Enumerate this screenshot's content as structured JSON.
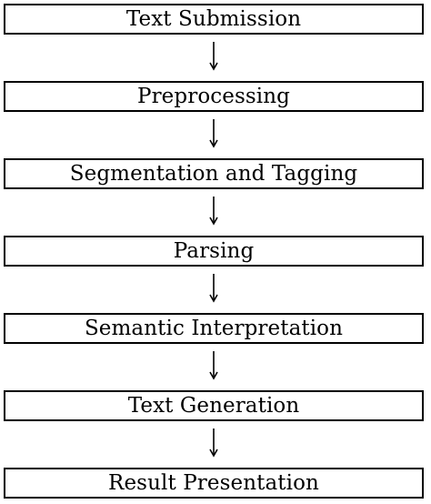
{
  "diagram": {
    "steps": [
      {
        "label": "Text Submission"
      },
      {
        "label": "Preprocessing"
      },
      {
        "label": "Segmentation and Tagging"
      },
      {
        "label": "Parsing"
      },
      {
        "label": "Semantic Interpretation"
      },
      {
        "label": "Text Generation"
      },
      {
        "label": "Result Presentation"
      }
    ],
    "connector_icon": "down-arrow-icon",
    "colors": {
      "stroke": "#000000",
      "background": "#ffffff"
    }
  }
}
